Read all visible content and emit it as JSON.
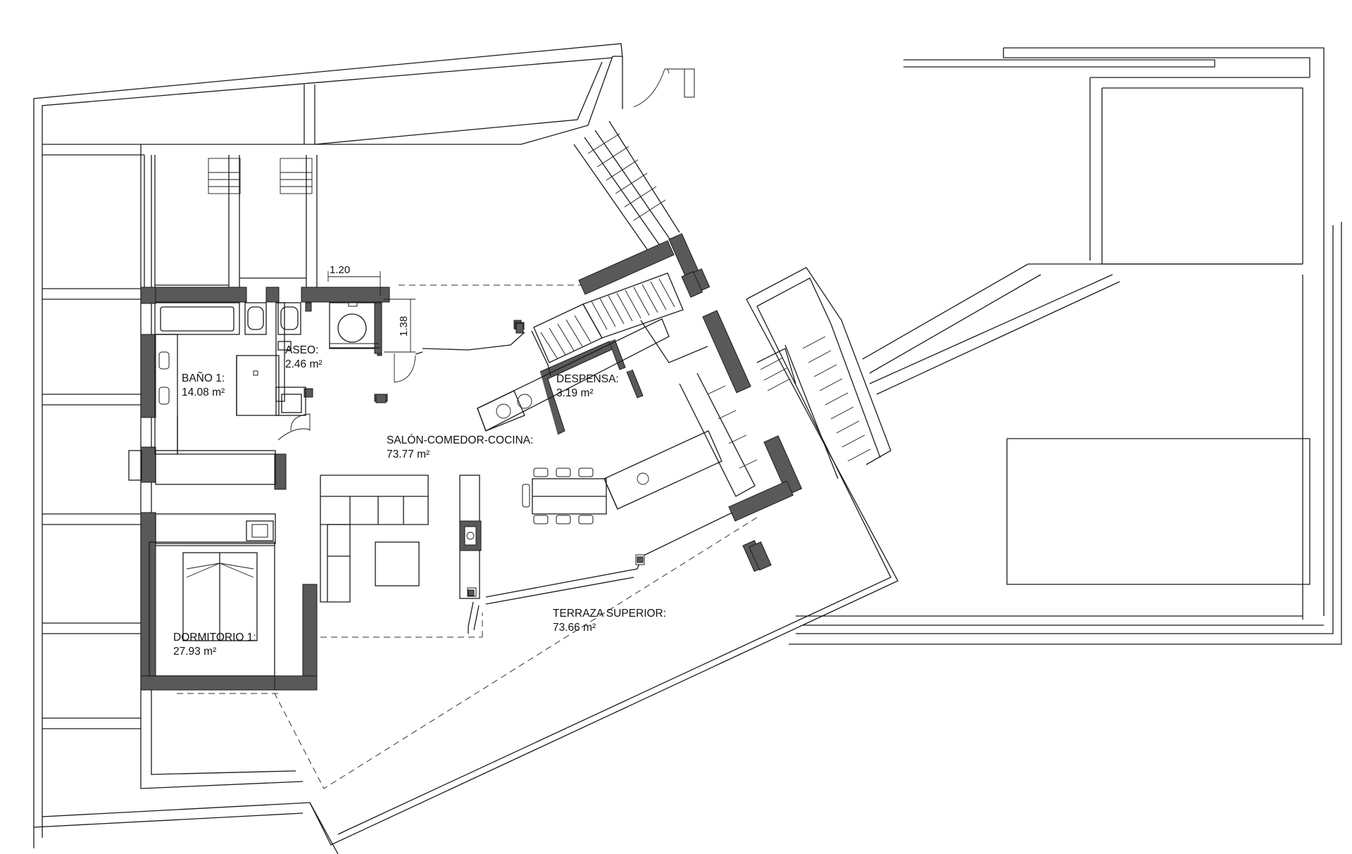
{
  "rooms": {
    "bano1": {
      "name": "BAÑO 1:",
      "area": "14.08 m²"
    },
    "aseo": {
      "name": "ASEO:",
      "area": "2.46 m²"
    },
    "despensa": {
      "name": "DESPENSA:",
      "area": "3.19 m²"
    },
    "salon": {
      "name": "SALÓN-COMEDOR-COCINA:",
      "area": "73.77 m²"
    },
    "dormitorio1": {
      "name": "DORMITORIO 1:",
      "area": "27.93 m²"
    },
    "terraza": {
      "name": "TERRAZA SUPERIOR:",
      "area": "73.66 m²"
    }
  },
  "dimensions": {
    "width": "1.20",
    "height": "1.38"
  },
  "colors": {
    "wall_fill": "#595959",
    "line": "#1a1a1a",
    "background": "#ffffff"
  }
}
